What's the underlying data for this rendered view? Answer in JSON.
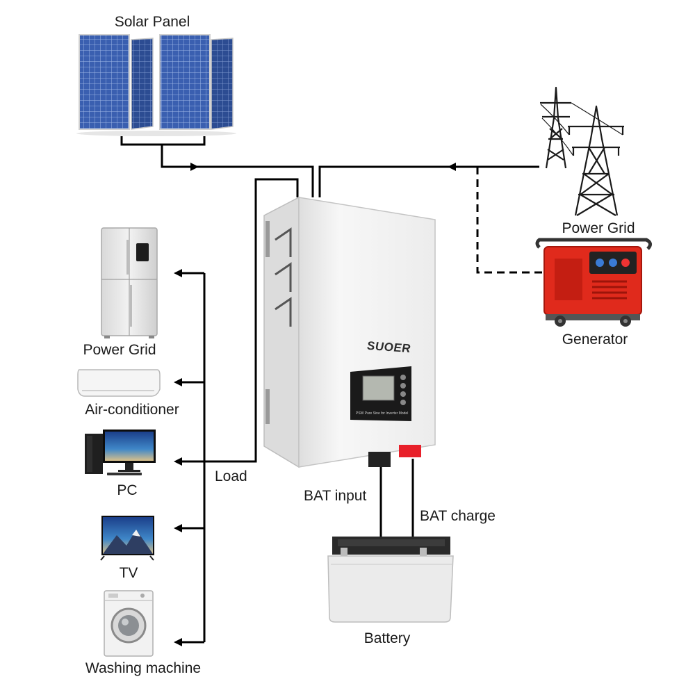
{
  "labels": {
    "solar_panel": "Solar Panel",
    "power_grid_source": "Power Grid",
    "generator": "Generator",
    "power_grid_appliance": "Power Grid",
    "air_conditioner": "Air-conditioner",
    "pc": "PC",
    "tv": "TV",
    "washing_machine": "Washing machine",
    "load": "Load",
    "bat_input": "BAT input",
    "bat_charge": "BAT charge",
    "battery": "Battery"
  },
  "inverter": {
    "brand": "SUOER",
    "panel_caption": "PSW Pure Sine for Inverter Model"
  },
  "colors": {
    "line": "#000000",
    "solar_blue": "#3a5fb0",
    "generator_red": "#e02a1c",
    "inverter_body": "#f4f4f4",
    "battery_red": "#e8202a"
  },
  "icons": {
    "solar_panel": "solar-panel-icon",
    "power_grid": "transmission-tower-icon",
    "generator": "generator-icon",
    "inverter": "inverter-icon",
    "fridge": "refrigerator-icon",
    "air_conditioner": "air-conditioner-icon",
    "pc": "computer-icon",
    "tv": "television-icon",
    "washing_machine": "washing-machine-icon",
    "battery": "battery-icon"
  }
}
